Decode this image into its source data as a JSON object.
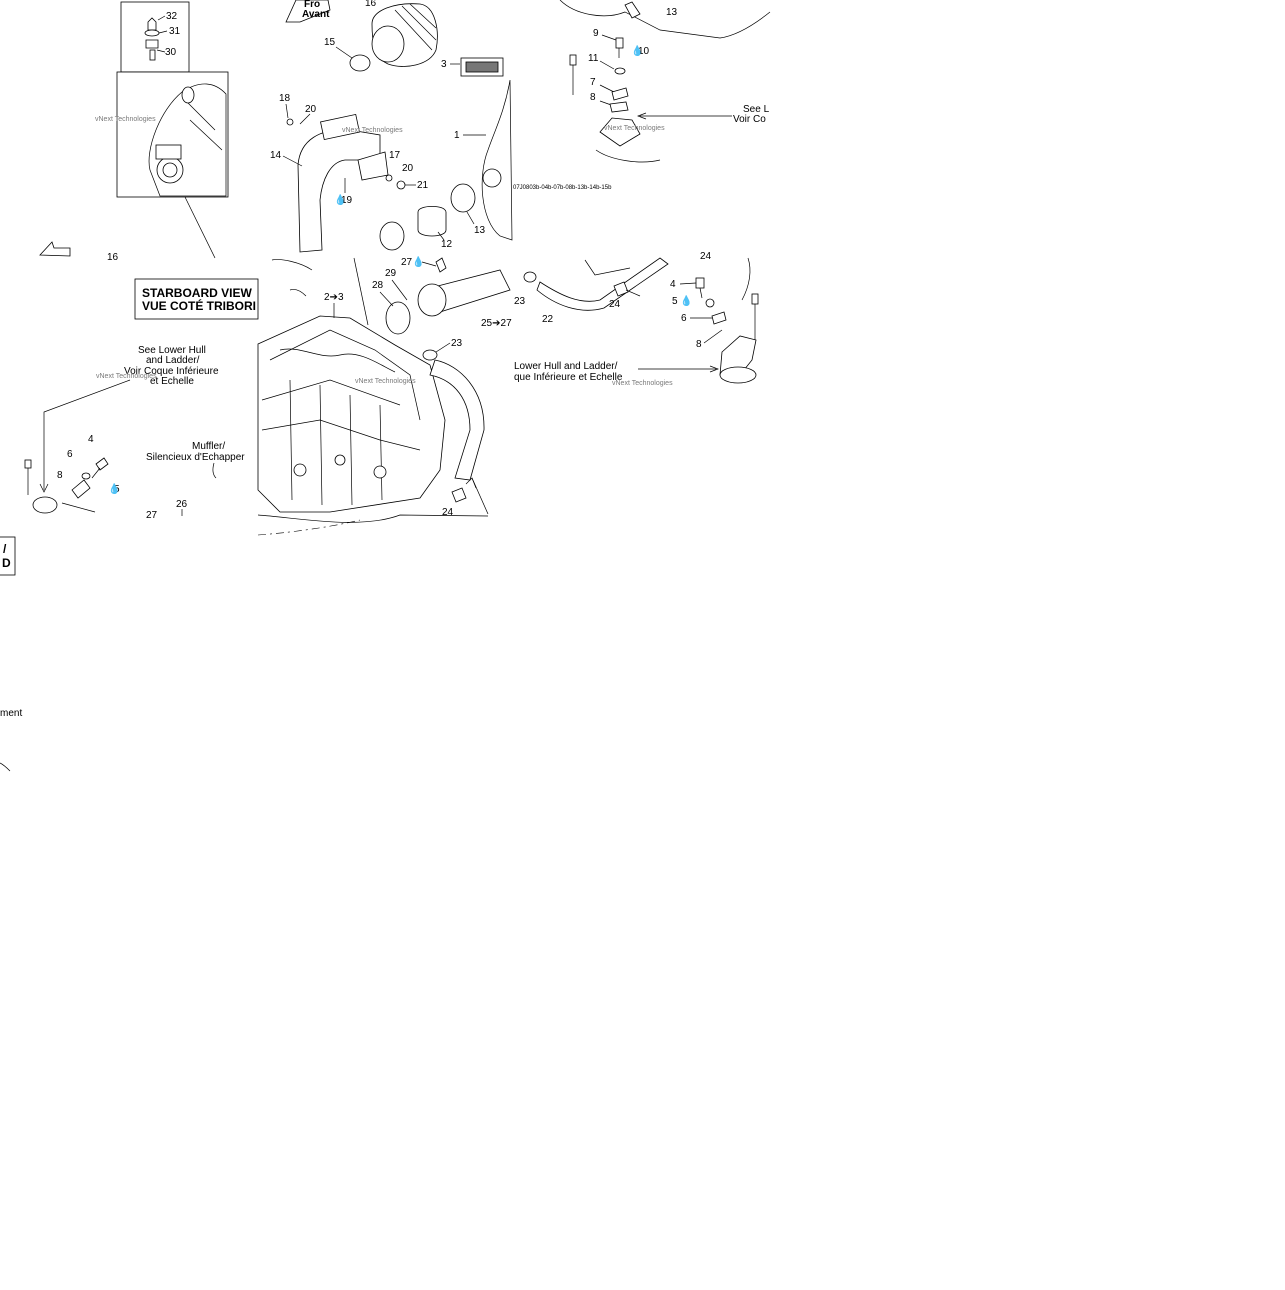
{
  "document_code": "07J0803b-04b-07b-08b-13b-14b-15b",
  "view_labels": {
    "starboard_en": "STARBOARD VIEW",
    "starboard_fr": "VUE COTÉ TRIBORI",
    "front_en": "Fro",
    "front_fr": "Avant",
    "edge_box_line1": "/",
    "edge_box_line2": "D"
  },
  "notes": {
    "see_lower_hull_left_1": "See Lower Hull",
    "see_lower_hull_left_2": "and Ladder/",
    "see_lower_hull_left_3": "Voir Coque Inférieure",
    "see_lower_hull_left_4": "et Echelle",
    "see_lower_hull_mid_1": "Lower Hull and Ladder/",
    "see_lower_hull_mid_2": "que Inférieure et Echelle",
    "see_top_right_1": "See L",
    "see_top_right_2": "Voir Co",
    "muffler_1": "Muffler/",
    "muffler_2": "Silencieux d'Echapper",
    "left_edge_fragment": "ment"
  },
  "watermark": "vNext Technologies",
  "callouts": {
    "c1": "1",
    "c3": "3",
    "c4a": "4",
    "c4b": "4",
    "c5a": "5",
    "c5b": "5",
    "c6a": "6",
    "c6b": "6",
    "c7": "7",
    "c8a": "8",
    "c8b": "8",
    "c8c": "8",
    "c9": "9",
    "c10": "10",
    "c11": "11",
    "c12": "12",
    "c13a": "13",
    "c13b": "13",
    "c14": "14",
    "c15": "15",
    "c16a": "16",
    "c16b": "16",
    "c17": "17",
    "c18": "18",
    "c19": "19",
    "c20a": "20",
    "c20b": "20",
    "c21": "21",
    "c22": "22",
    "c23a": "23",
    "c23b": "23",
    "c24a": "24",
    "c24b": "24",
    "c24c": "24",
    "c25_27": "25➔27",
    "c26": "26",
    "c27a": "27",
    "c27b": "27",
    "c28": "28",
    "c29": "29",
    "c2_3": "2➔3",
    "c30": "30",
    "c31": "31",
    "c32": "32"
  },
  "colors": {
    "ink": "#000000",
    "paper": "#ffffff",
    "watermark": "#7a7a7a"
  }
}
